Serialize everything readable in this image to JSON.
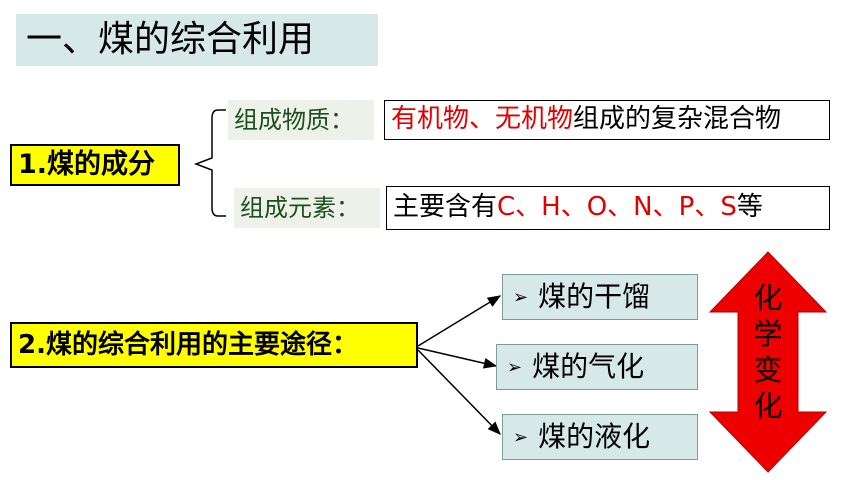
{
  "title": "一、煤的综合利用",
  "section1": {
    "label": "1.煤的成分",
    "rows": [
      {
        "label": "组成物质：",
        "value_red": "有机物、无机物",
        "value_rest": "组成的复杂混合物"
      },
      {
        "label": "组成元素：",
        "value_plain": "主要含有",
        "value_red": "C、H、O、N、P、S",
        "value_end": "等"
      }
    ]
  },
  "section2": {
    "label": "2.煤的综合利用的主要途径：",
    "marker": "➢",
    "items": [
      "煤的干馏",
      "煤的气化",
      "煤的液化"
    ]
  },
  "side_label": [
    "化",
    "学",
    "变",
    "化"
  ],
  "colors": {
    "highlight": "#ffff00",
    "accent_red": "#e00000",
    "label_green": "#1c4f1c",
    "teal_box": "#d6e8e8",
    "arrow_red": "#ee0000"
  }
}
